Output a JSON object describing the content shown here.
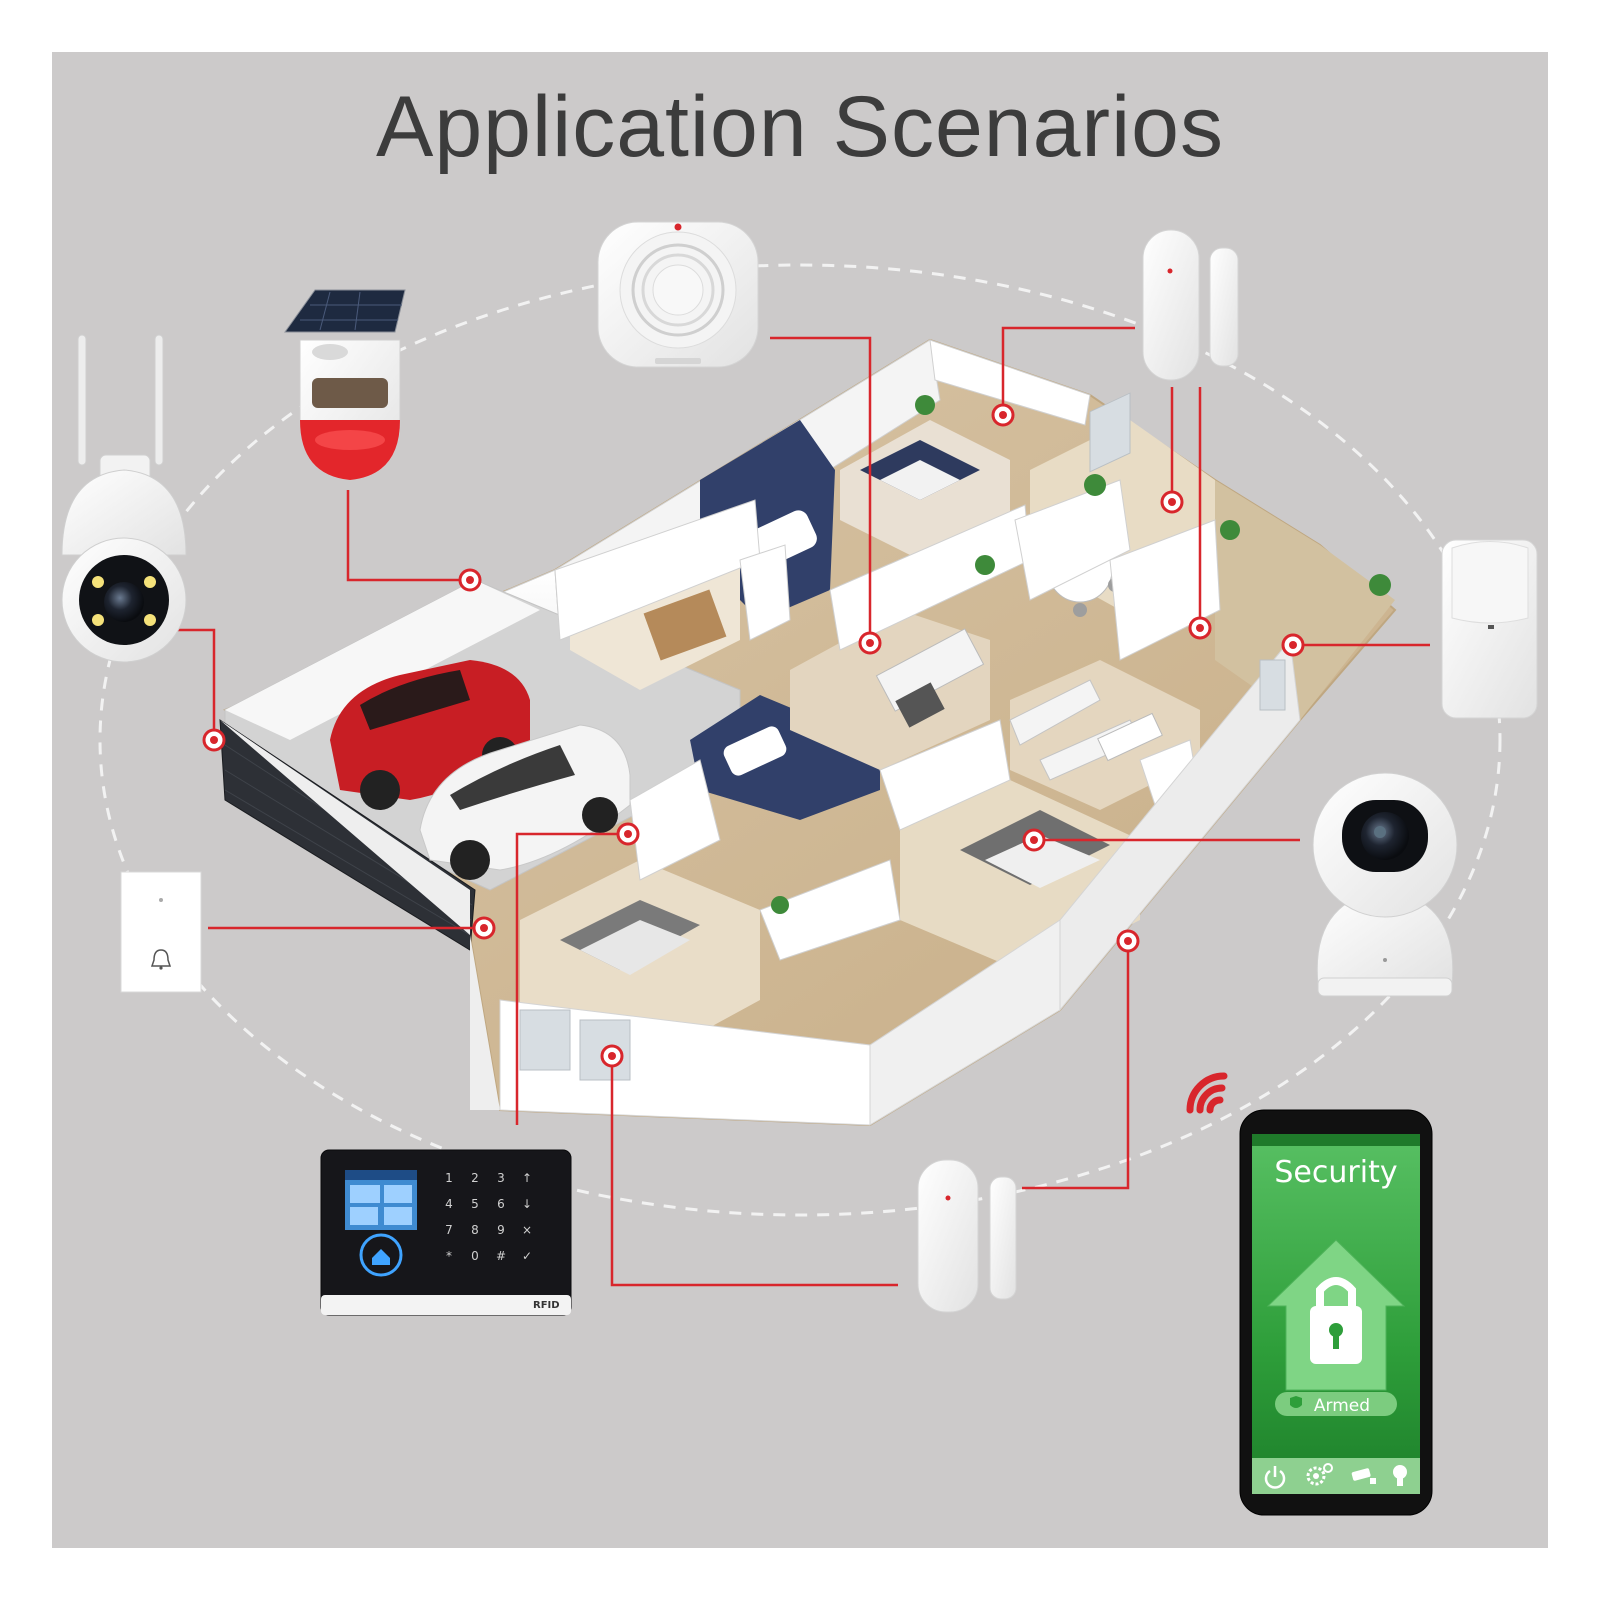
{
  "title": "Application Scenarios",
  "phone": {
    "screen_title": "Security",
    "status": "Armed",
    "nav_icons": [
      "power-icon",
      "settings-icon",
      "camera-icon",
      "bulb-icon"
    ]
  },
  "panel": {
    "keypad": [
      "1",
      "2",
      "3",
      "↑",
      "4",
      "5",
      "6",
      "↓",
      "7",
      "8",
      "9",
      "×",
      "*",
      "0",
      "#",
      "✓"
    ],
    "badge": "RFID"
  },
  "colors": {
    "background": "#cccaca",
    "accent_red": "#d8262c",
    "phone_green": "#2e9e3a",
    "panel_dark": "#16161a"
  },
  "devices": [
    "wifi-ptz-camera",
    "solar-siren-pir",
    "smoke-detector",
    "door-window-sensor-top",
    "pir-motion-sensor",
    "indoor-dome-camera",
    "wireless-doorbell",
    "alarm-control-panel",
    "door-window-sensor-bottom",
    "smartphone-app"
  ]
}
